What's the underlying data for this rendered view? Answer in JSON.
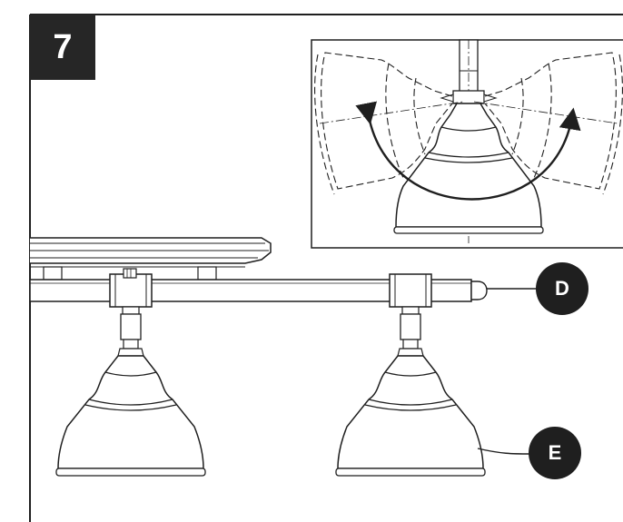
{
  "step": {
    "number": "7"
  },
  "callouts": {
    "d": {
      "label": "D"
    },
    "e": {
      "label": "E"
    }
  },
  "colors": {
    "ink": "#1f1f1f",
    "badge": "#262626",
    "paper": "#ffffff"
  }
}
